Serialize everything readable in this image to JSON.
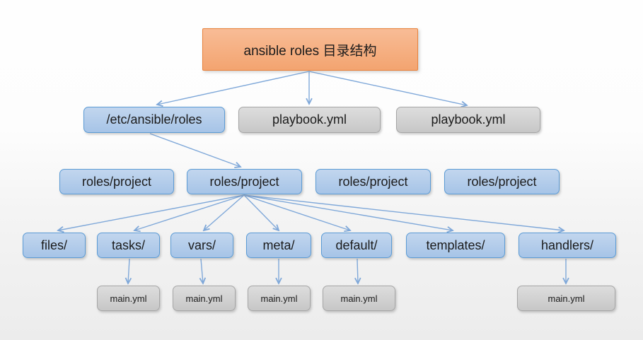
{
  "diagram": {
    "title": "ansible roles 目录结构",
    "level2": [
      "/etc/ansible/roles",
      "playbook.yml",
      "playbook.yml"
    ],
    "level3": [
      "roles/project",
      "roles/project",
      "roles/project",
      "roles/project"
    ],
    "level4": [
      "files/",
      "tasks/",
      "vars/",
      "meta/",
      "default/",
      "templates/",
      "handlers/"
    ],
    "level5": [
      "main.yml",
      "main.yml",
      "main.yml",
      "main.yml",
      "main.yml"
    ]
  },
  "colors": {
    "title_fill": "#f3a470",
    "title_fill_top": "#f8bc96",
    "title_border": "#e8823c",
    "blue_fill": "#a6c4e7",
    "blue_fill_top": "#c2d6ee",
    "blue_border": "#5b9bd5",
    "gray_fill": "#c7c7c7",
    "gray_fill_top": "#dddddd",
    "gray_border": "#a6a6a6",
    "arrow": "#7fa8d9"
  }
}
